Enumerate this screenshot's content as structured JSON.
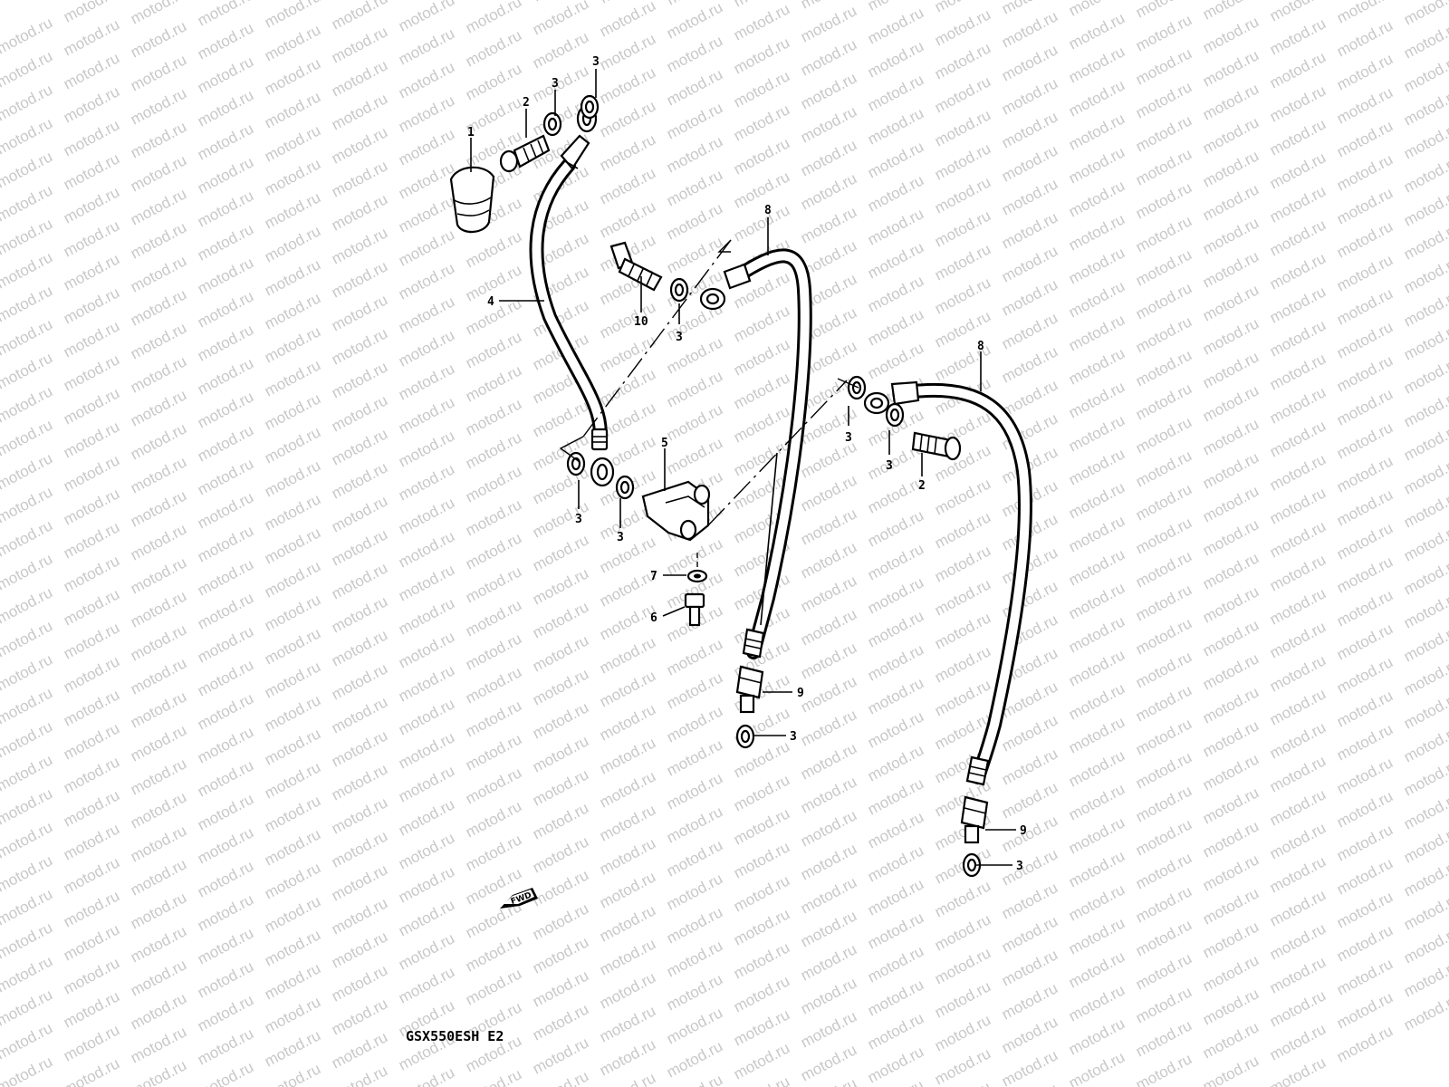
{
  "watermark": "motod.ru",
  "diagram": {
    "model_caption": "GSX550ESH E2",
    "forward_arrow_label": "FWD",
    "callouts": {
      "c1": "1",
      "c2a": "2",
      "c2b": "2",
      "c3a": "3",
      "c3b": "3",
      "c3c": "3",
      "c3d": "3",
      "c3e": "3",
      "c3f": "3",
      "c3g": "3",
      "c3h": "3",
      "c3i": "3",
      "c4": "4",
      "c5": "5",
      "c6": "6",
      "c7": "7",
      "c8a": "8",
      "c8b": "8",
      "c9a": "9",
      "c9b": "9",
      "c10": "10"
    }
  }
}
